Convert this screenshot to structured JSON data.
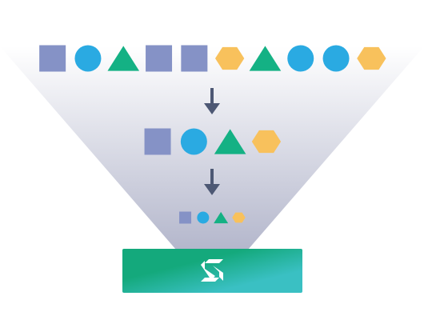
{
  "colors": {
    "square": "#8592c6",
    "circle": "#2aaae2",
    "triangle": "#14b184",
    "hexagon": "#f8c15c",
    "arrow": "#4d5874",
    "funnel_top": "#ffffff",
    "funnel_bottom": "#b4b7cc",
    "bar_left": "#14a97c",
    "bar_right": "#3ac0c3",
    "logo": "#ffffff"
  },
  "funnel": {
    "stages": [
      {
        "name": "input-row",
        "shapes": [
          "square",
          "circle",
          "triangle",
          "square",
          "square",
          "hexagon",
          "triangle",
          "circle",
          "circle",
          "hexagon"
        ]
      },
      {
        "name": "filtered-row",
        "shapes": [
          "square",
          "circle",
          "triangle",
          "hexagon"
        ]
      },
      {
        "name": "compact-row",
        "shapes": [
          "square",
          "circle",
          "triangle",
          "hexagon"
        ]
      }
    ],
    "arrows": 2
  },
  "output_bar": {
    "icon": "stylized-s-logo-icon"
  }
}
